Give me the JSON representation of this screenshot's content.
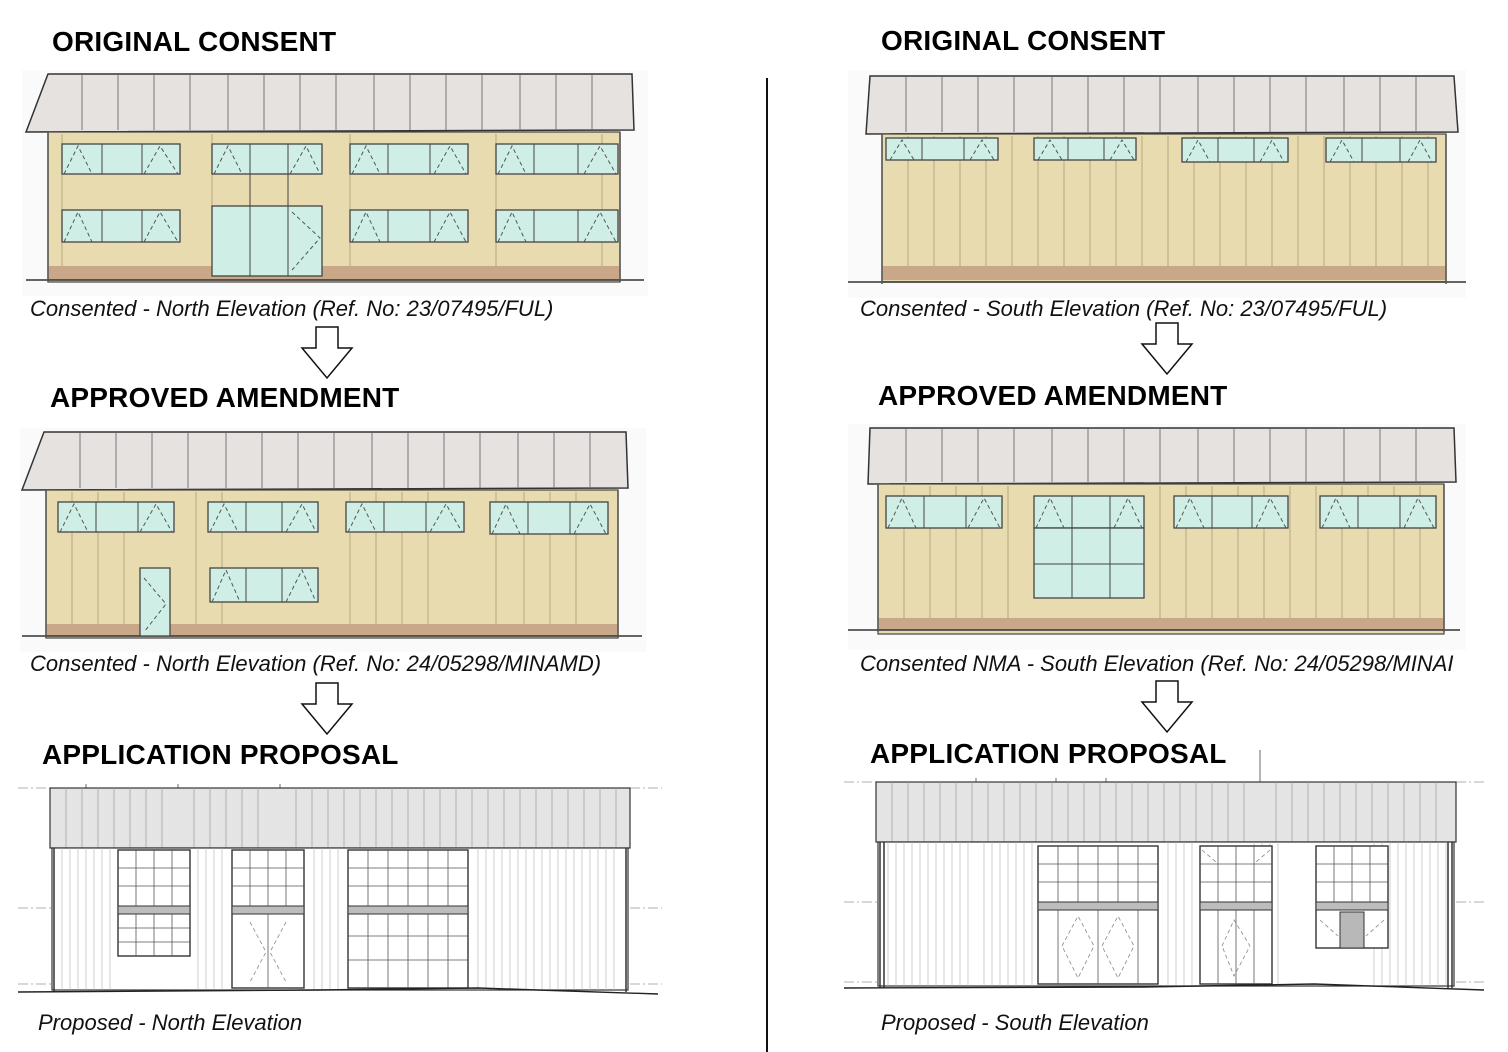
{
  "left": {
    "stages": [
      {
        "heading": "ORIGINAL CONSENT",
        "caption": "Consented - North Elevation (Ref. No: 23/07495/FUL)"
      },
      {
        "heading": "APPROVED AMENDMENT",
        "caption": "Consented - North Elevation (Ref. No: 24/05298/MINAMD)"
      },
      {
        "heading": "APPLICATION PROPOSAL",
        "caption": "Proposed - North Elevation"
      }
    ]
  },
  "right": {
    "stages": [
      {
        "heading": "ORIGINAL CONSENT",
        "caption": "Consented - South Elevation (Ref. No: 23/07495/FUL)"
      },
      {
        "heading": "APPROVED AMENDMENT",
        "caption": "Consented NMA - South Elevation (Ref. No: 24/05298/MINAI"
      },
      {
        "heading": "APPLICATION PROPOSAL",
        "caption": "Proposed - South Elevation"
      }
    ]
  },
  "colors": {
    "roof_sketch": "#e6e2e0",
    "cladding_sketch": "#e9dbb0",
    "glass_sketch": "#cfeee6",
    "plinth_sketch": "#c9a88a",
    "roof_drawing": "#e4e4e4",
    "line": "#222222"
  }
}
